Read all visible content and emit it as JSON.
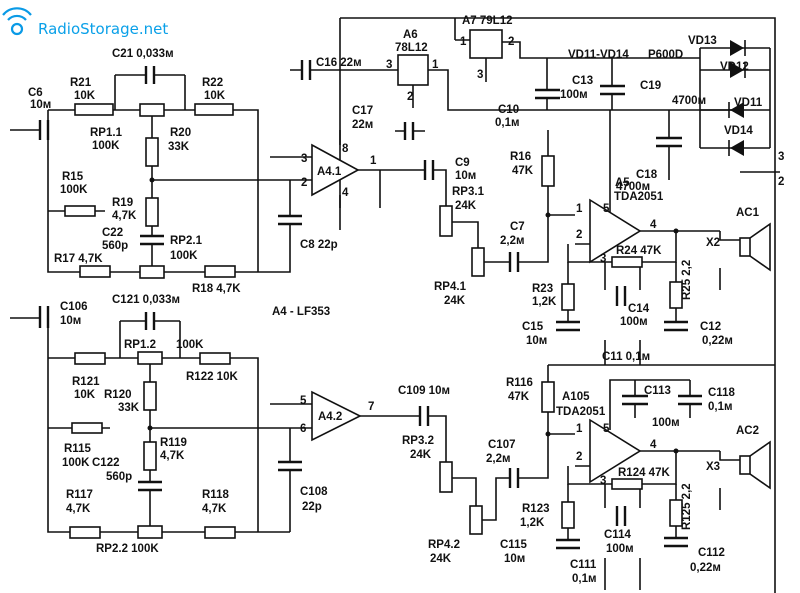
{
  "watermark": {
    "text": "RadioStorage.net"
  },
  "chips": {
    "a6": {
      "name": "A6",
      "part": "78L12",
      "pins": [
        "3",
        "1",
        "2"
      ]
    },
    "a7": {
      "name": "A7 79L12",
      "pins": [
        "1",
        "2",
        "3"
      ]
    },
    "a5": {
      "name": "A5",
      "part": "TDA2051",
      "pins": [
        "1",
        "2",
        "3",
        "4",
        "5"
      ]
    },
    "a105": {
      "name": "A105",
      "part": "TDA2051",
      "pins": [
        "1",
        "2",
        "3",
        "4",
        "5"
      ]
    },
    "a41": {
      "name": "A4.1",
      "pins": [
        "3",
        "2",
        "8",
        "4",
        "1"
      ]
    },
    "a42": {
      "name": "A4.2",
      "pins": [
        "5",
        "6",
        "7"
      ]
    },
    "a4_note": "A4 - LF353"
  },
  "labels": {
    "c6": "C6",
    "c6v": "10м",
    "r21": "R21",
    "r21v": "10K",
    "c21": "C21 0,033м",
    "r22": "R22",
    "r22v": "10K",
    "rp11": "RP1.1",
    "rp11v": "100K",
    "r20": "R20",
    "r20v": "33K",
    "r15": "R15",
    "r15v": "100K",
    "r19": "R19",
    "r19v": "4,7K",
    "c22": "C22",
    "c22v": "560p",
    "rp21": "RP2.1",
    "rp21v": "100K",
    "r17": "R17 4,7K",
    "r18": "R18 4,7K",
    "c16": "C16 22м",
    "c17": "C17",
    "c17v": "22м",
    "c8": "C8 22p",
    "c9": "C9",
    "c9v": "10м",
    "rp31": "RP3.1",
    "rp31v": "24K",
    "c7": "C7",
    "c7v": "2,2м",
    "rp41": "RP4.1",
    "rp41v": "24K",
    "c10": "C10",
    "c10v": "0,1м",
    "r16": "R16",
    "r16v": "47K",
    "vd1114": "VD11-VD14",
    "p600d": "P600D",
    "c13": "C13",
    "c13v": "100м",
    "c19": "C19",
    "c19v": "4700м",
    "vd13": "VD13",
    "vd12": "VD12",
    "vd11": "VD11",
    "vd14": "VD14",
    "c18": "C18",
    "c18v": "4700м",
    "t3": "3",
    "t2": "2",
    "ac1": "AC1",
    "x2": "X2",
    "r24": "R24 47K",
    "r25": "R25 2,2",
    "r23": "R23",
    "r23v": "1,2K",
    "c14": "C14",
    "c14v": "100м",
    "c15": "C15",
    "c15v": "10м",
    "c11": "C11 0,1м",
    "c12": "C12",
    "c12v": "0,22м",
    "c106": "C106",
    "c106v": "10м",
    "c121": "C121 0,033м",
    "rp12": "RP1.2",
    "k100": "100K",
    "r121": "R121",
    "r121v": "10K",
    "r122": "R122 10K",
    "r120": "R120",
    "r120v": "33K",
    "r115": "R115",
    "r115v": "100K",
    "r119": "R119",
    "r119v": "4,7K",
    "c122": "C122",
    "c122v": "560p",
    "r117": "R117",
    "r117v": "4,7K",
    "r118": "R118",
    "r118v": "4,7K",
    "rp22": "RP2.2 100K",
    "c108": "C108",
    "c108v": "22p",
    "c109": "C109 10м",
    "rp32": "RP3.2",
    "rp32v": "24K",
    "c107": "C107",
    "c107v": "2,2м",
    "rp42": "RP4.2",
    "rp42v": "24K",
    "r116": "R116",
    "r116v": "47K",
    "c113": "C113",
    "c113v": "100м",
    "c118": "C118",
    "c118v": "0,1м",
    "ac2": "AC2",
    "x3": "X3",
    "r124": "R124 47K",
    "r125": "R125 2,2",
    "r123": "R123",
    "r123v": "1,2K",
    "c114": "C114",
    "c114v": "100м",
    "c115": "C115",
    "c115v": "10м",
    "c111": "C111",
    "c111v": "0,1м",
    "c112": "C112",
    "c112v": "0,22м"
  },
  "colors": {
    "ink": "#111111",
    "watermark": "#0aa0e8"
  },
  "icons": {
    "logo": "radio-waves-logo-icon",
    "speaker": "speaker-icon"
  }
}
